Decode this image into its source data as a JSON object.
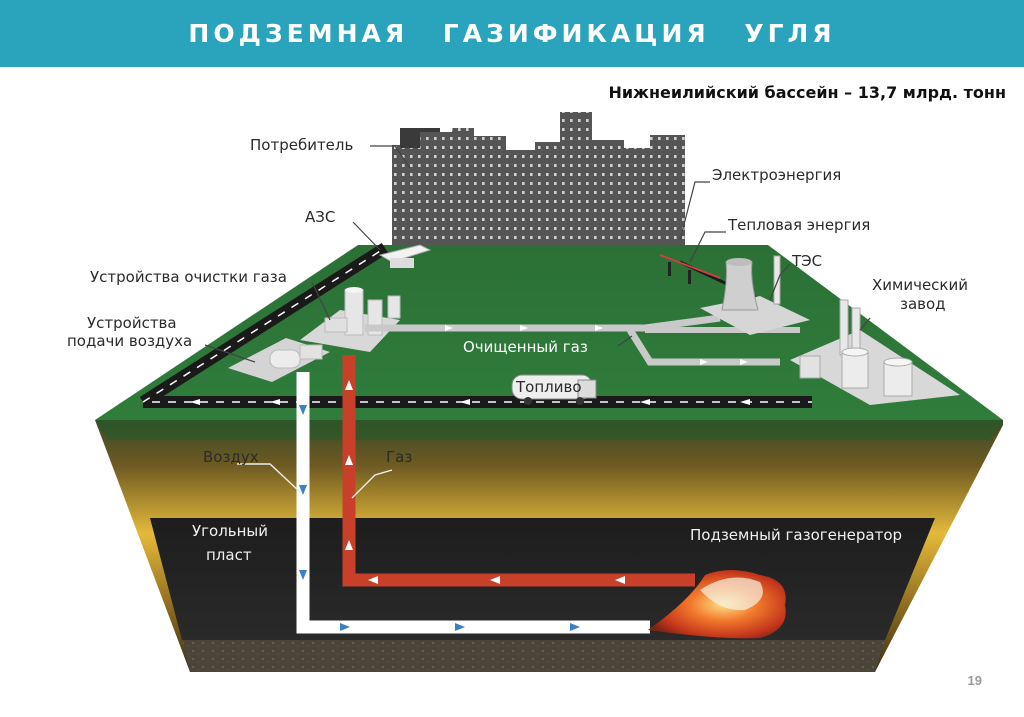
{
  "header": {
    "title": "ПОДЗЕМНАЯ ГАЗИФИКАЦИЯ УГЛЯ"
  },
  "subtitle": "Нижнеилийский бассейн – 13,7 млрд. тонн",
  "labels": {
    "consumer": "Потребитель",
    "electricity": "Электроэнергия",
    "heat": "Тепловая энергия",
    "azs": "АЗС",
    "gas_cleaning_line1": "Устройства очистки газа",
    "air_supply_line1": "Устройства",
    "air_supply_line2": "подачи воздуха",
    "tes": "ТЭС",
    "chem_line1": "Химический",
    "chem_line2": "завод",
    "cleaned_gas": "Очищенный газ",
    "fuel": "Топливо",
    "air": "Воздух",
    "gas": "Газ",
    "coal_line1": "Угольный",
    "coal_line2": "пласт",
    "gasifier": "Подземный газогенератор"
  },
  "page_number": "19",
  "colors": {
    "header_bg": "#2aa3bd",
    "ground_green": "#2f7a3a",
    "gas_pipe": "#c9402a",
    "air_pipe": "#ffffff",
    "coal": "#222222",
    "arrow_blue": "#3b7fc4"
  }
}
